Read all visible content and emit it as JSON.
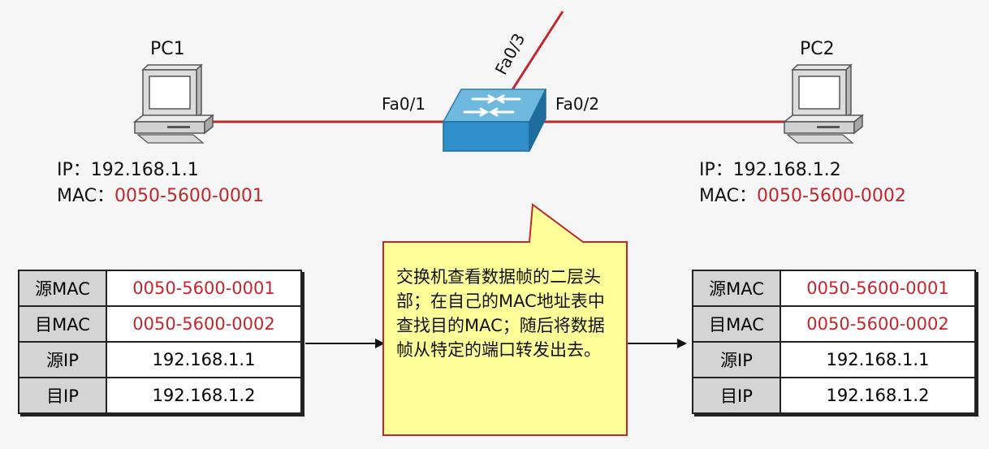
{
  "diagram": {
    "pc1": {
      "name": "PC1",
      "ip_label": "IP：",
      "ip": "192.168.1.1",
      "mac_label": "MAC：",
      "mac": "0050-5600-0001"
    },
    "pc2": {
      "name": "PC2",
      "ip_label": "IP：",
      "ip": "192.168.1.2",
      "mac_label": "MAC：",
      "mac": "0050-5600-0002"
    },
    "switch": {
      "port1": "Fa0/1",
      "port2": "Fa0/2",
      "port3": "Fa0/3"
    },
    "link_color": "#c0282d"
  },
  "frame_left": {
    "rows": [
      {
        "field": "源MAC",
        "value": "0050-5600-0001"
      },
      {
        "field": "目MAC",
        "value": "0050-5600-0002"
      },
      {
        "field": "源IP",
        "value": "192.168.1.1"
      },
      {
        "field": "目IP",
        "value": "192.168.1.2"
      }
    ]
  },
  "frame_right": {
    "rows": [
      {
        "field": "源MAC",
        "value": "0050-5600-0001"
      },
      {
        "field": "目MAC",
        "value": "0050-5600-0002"
      },
      {
        "field": "源IP",
        "value": "192.168.1.1"
      },
      {
        "field": "目IP",
        "value": "192.168.1.2"
      }
    ]
  },
  "callout": {
    "text": "交换机查看数据帧的二层头部；在自己的MAC地址表中查找目的MAC；随后将数据帧从特定的端口转发出去。",
    "fill": "#ffff99",
    "border": "#c0282d"
  }
}
